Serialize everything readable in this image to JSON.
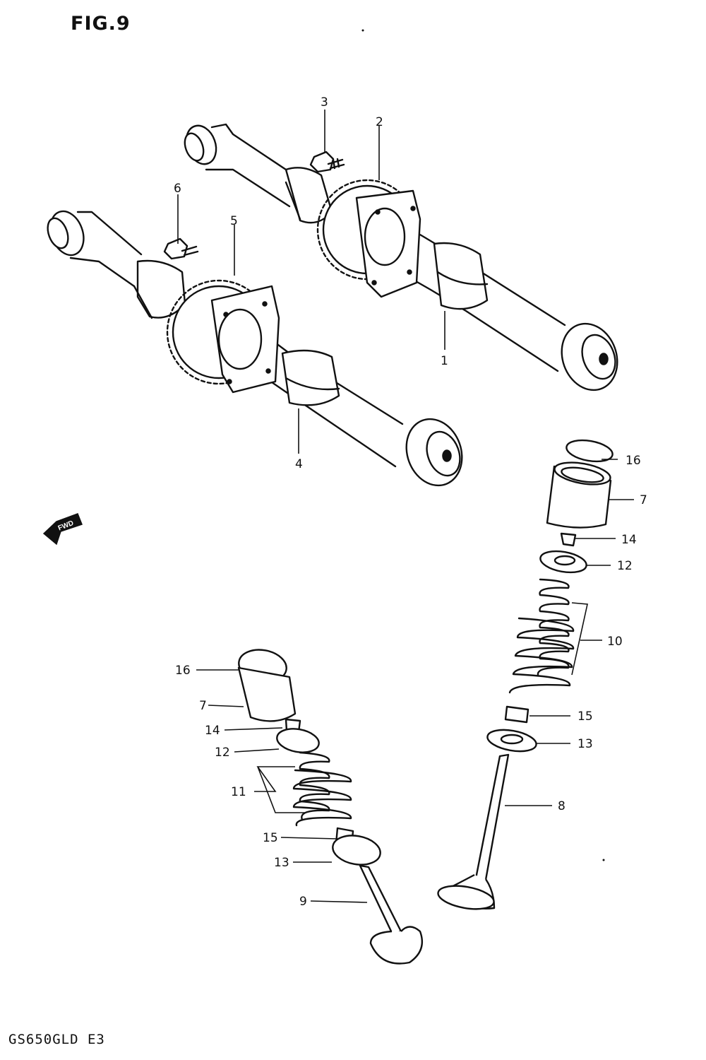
{
  "figure": {
    "title": "FIG.9",
    "model": "GS650GLD E3"
  },
  "direction_arrow": {
    "label": "FWD"
  },
  "callouts": [
    {
      "id": "c1",
      "label": "1"
    },
    {
      "id": "c2",
      "label": "2"
    },
    {
      "id": "c3",
      "label": "3"
    },
    {
      "id": "c4",
      "label": "4"
    },
    {
      "id": "c5",
      "label": "5"
    },
    {
      "id": "c6",
      "label": "6"
    },
    {
      "id": "c16a",
      "label": "16"
    },
    {
      "id": "c7a",
      "label": "7"
    },
    {
      "id": "c14a",
      "label": "14"
    },
    {
      "id": "c12a",
      "label": "12"
    },
    {
      "id": "c10",
      "label": "10"
    },
    {
      "id": "c15a",
      "label": "15"
    },
    {
      "id": "c13a",
      "label": "13"
    },
    {
      "id": "c8",
      "label": "8"
    },
    {
      "id": "c16b",
      "label": "16"
    },
    {
      "id": "c7b",
      "label": "7"
    },
    {
      "id": "c14b",
      "label": "14"
    },
    {
      "id": "c12b",
      "label": "12"
    },
    {
      "id": "c11",
      "label": "11"
    },
    {
      "id": "c15b",
      "label": "15"
    },
    {
      "id": "c13b",
      "label": "13"
    },
    {
      "id": "c9",
      "label": "9"
    }
  ]
}
